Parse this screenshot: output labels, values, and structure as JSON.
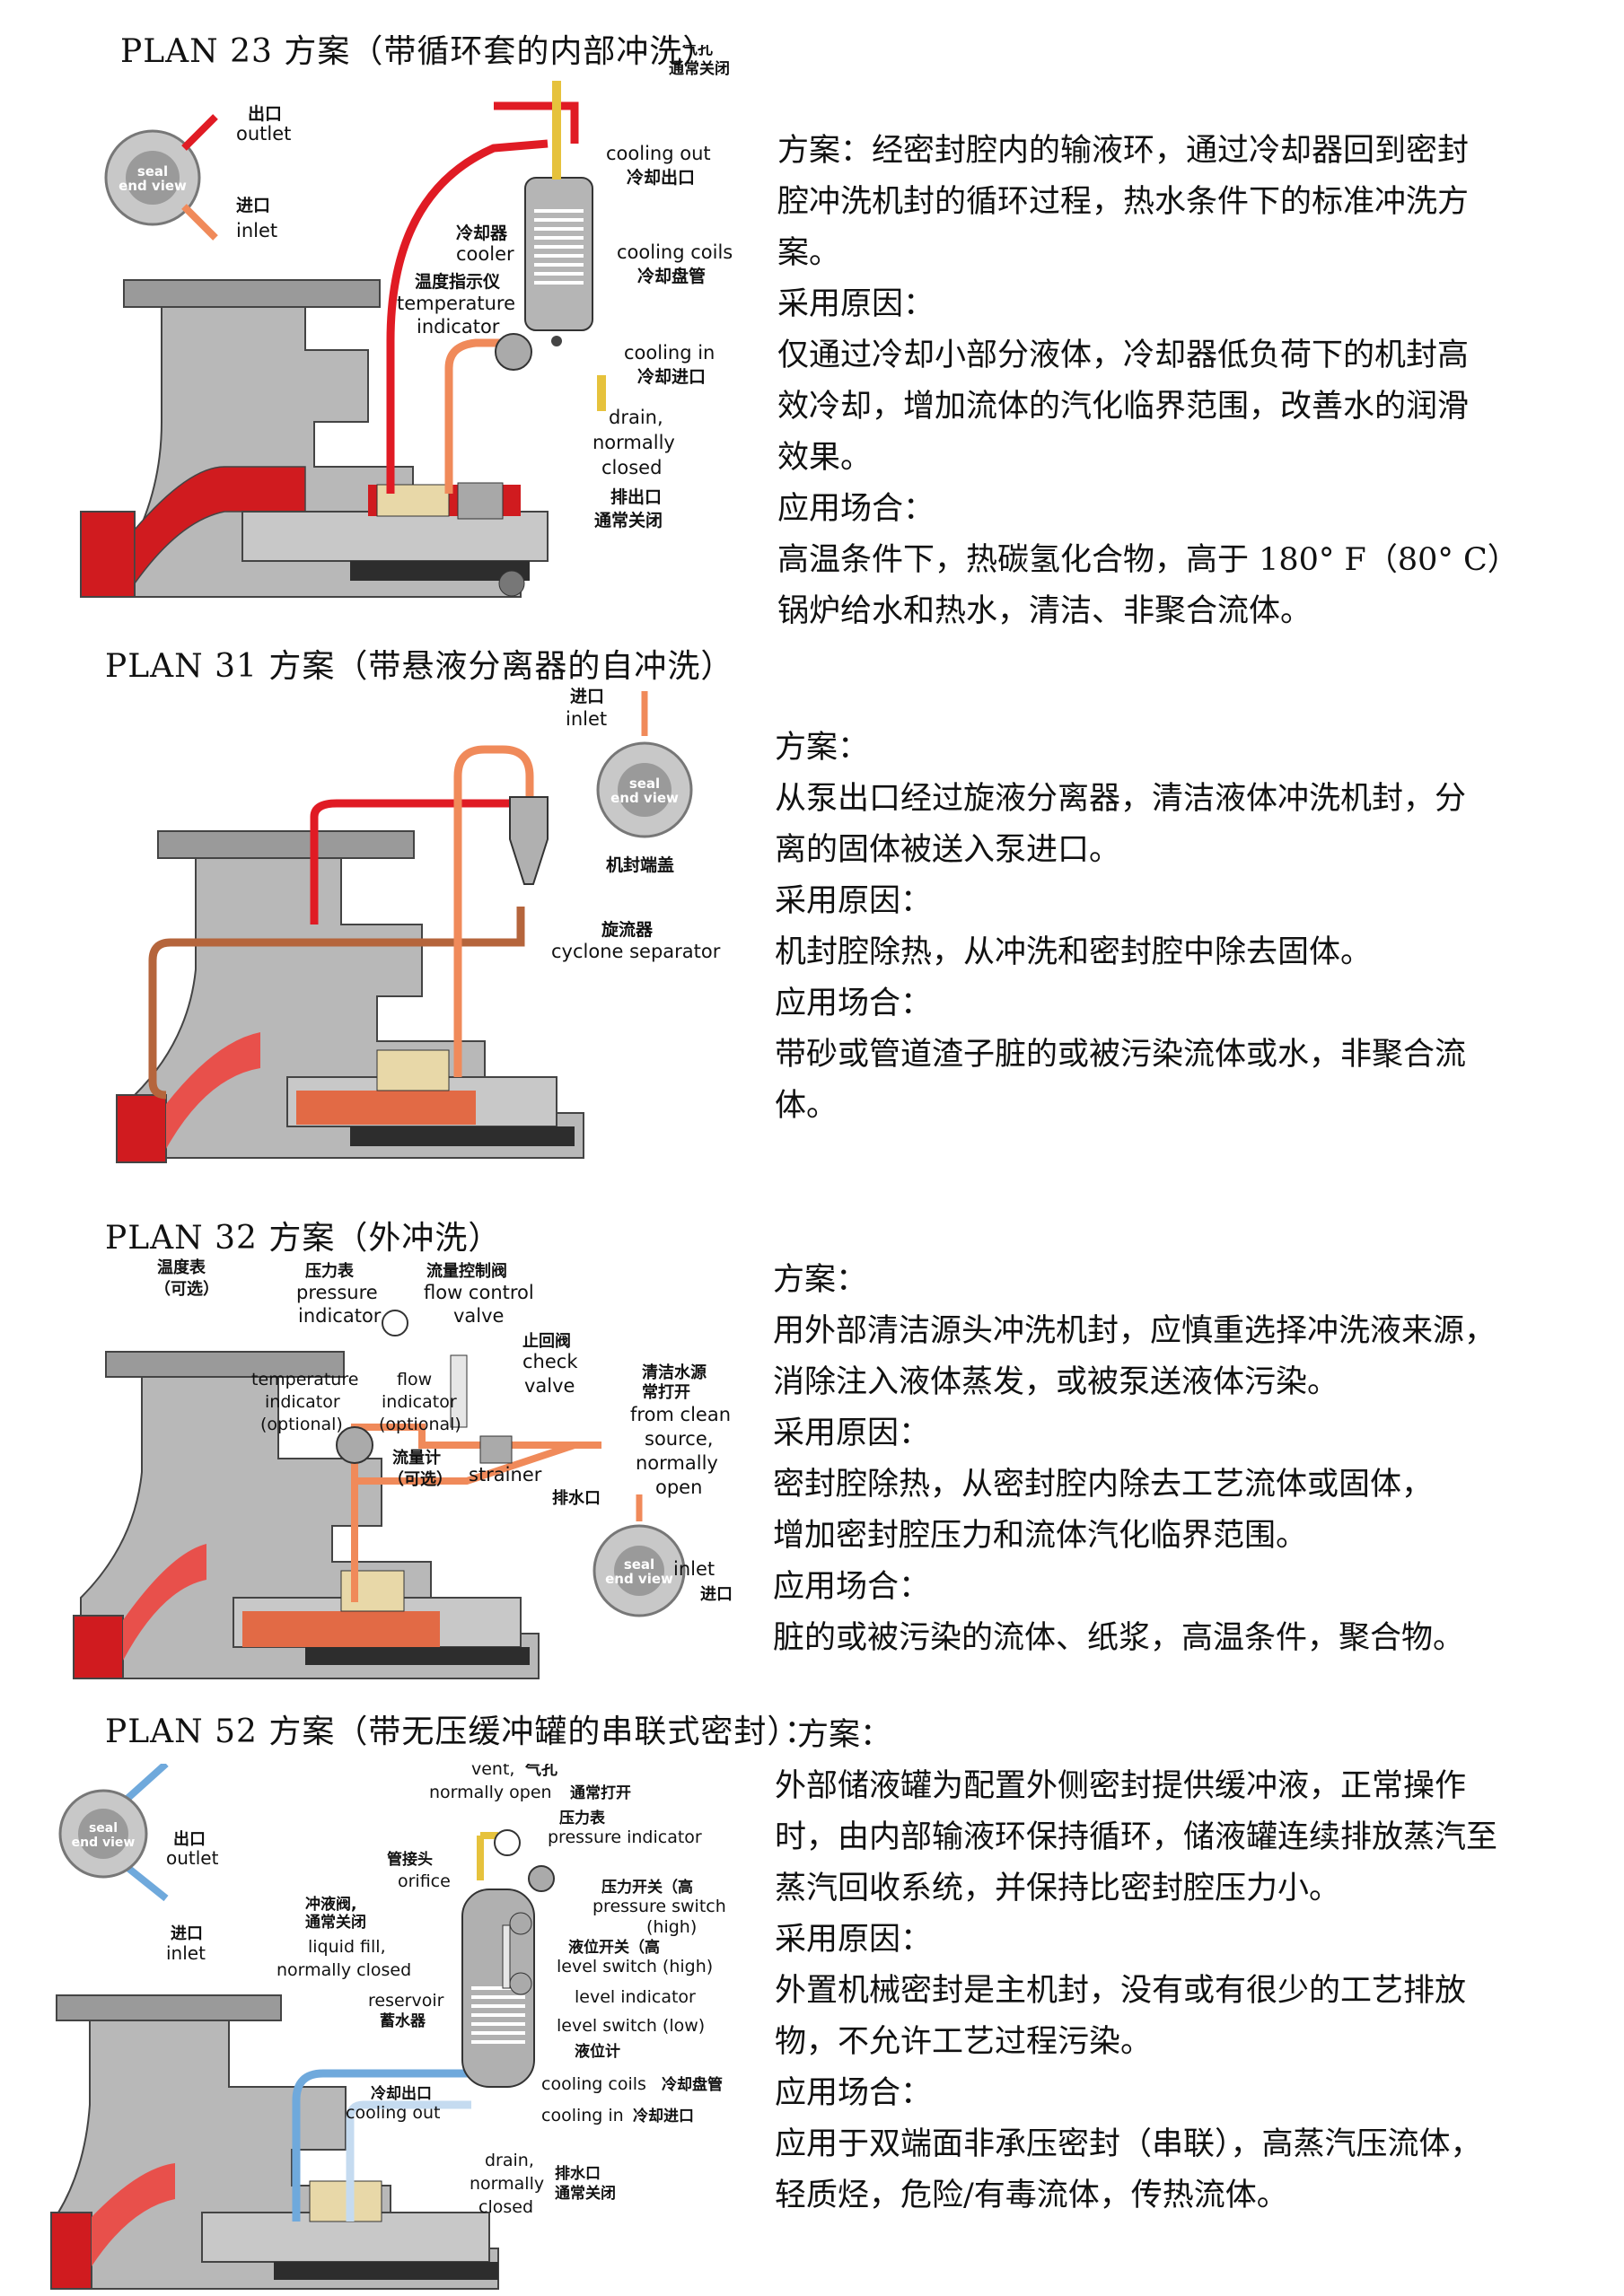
{
  "colors": {
    "hot": "#e01b24",
    "warm": "#f08a5a",
    "cold": "#6fa9dc",
    "brown": "#b5653c",
    "steel": "#9a9a9a"
  },
  "sections": [
    {
      "title": "PLAN 23 方案（带循环套的内部冲洗）",
      "lines": [
        "方案：经密封腔内的输液环，通过冷却器回到密封",
        "腔冲洗机封的循环过程，热水条件下的标准冲洗方",
        "案。",
        "采用原因：",
        "仅通过冷却小部分液体，冷却器低负荷下的机封高",
        "效冷却，增加流体的汽化临界范围，改善水的润滑",
        "效果。",
        "应用场合：",
        "高温条件下，热碳氢化合物，高于 180° F（80° C）",
        "锅炉给水和热水，清洁、非聚合流体。"
      ],
      "figure": {
        "vent_cn": "气孔",
        "vent_cn2": "通常关闭",
        "outlet_cn": "出口",
        "outlet_en": "outlet",
        "inlet_cn": "进口",
        "inlet_en": "inlet",
        "seal1": "seal",
        "seal2": "end view",
        "cooling_out_en": "cooling out",
        "cooling_out_cn": "冷却出口",
        "cooler_cn": "冷却器",
        "cooler_en": "cooler",
        "temp_cn": "温度指示仪",
        "temp_en1": "temperature",
        "temp_en2": "indicator",
        "coils_en": "cooling coils",
        "coils_cn": "冷却盘管",
        "cooling_in_en": "cooling in",
        "cooling_in_cn": "冷却进口",
        "drain1": "drain,",
        "drain2": "normally",
        "drain3": "closed",
        "drain_cn1": "排出口",
        "drain_cn2": "通常关闭"
      }
    },
    {
      "title": "PLAN 31 方案（带悬液分离器的自冲洗）",
      "lines": [
        "方案：",
        "从泵出口经过旋液分离器，清洁液体冲洗机封，分",
        "离的固体被送入泵进口。",
        "采用原因：",
        "机封腔除热，从冲洗和密封腔中除去固体。",
        "应用场合：",
        "带砂或管道渣子脏的或被污染流体或水，非聚合流",
        "体。"
      ],
      "figure": {
        "inlet_cn": "进口",
        "inlet_en": "inlet",
        "seal1": "seal",
        "seal2": "end view",
        "cap_cn": "机封端盖",
        "cyclone_cn": "旋流器",
        "cyclone_en": "cyclone separator"
      }
    },
    {
      "title": "PLAN 32 方案（外冲洗）",
      "lines": [
        "方案：",
        "用外部清洁源头冲洗机封，应慎重选择冲洗液来源，",
        "消除注入液体蒸发，或被泵送液体污染。",
        "采用原因：",
        "密封腔除热，从密封腔内除去工艺流体或固体，",
        "增加密封腔压力和流体汽化临界范围。",
        "应用场合：",
        "脏的或被污染的流体、纸浆，高温条件，聚合物。"
      ],
      "figure": {
        "temp_cn1": "温度表",
        "temp_cn2": "（可选）",
        "press_cn": "压力表",
        "press_en1": "pressure",
        "press_en2": "indicator",
        "flowctl_cn": "流量控制阀",
        "flowctl_en1": "flow control",
        "flowctl_en2": "valve",
        "check_cn": "止回阀",
        "check_en1": "check",
        "check_en2": "valve",
        "clean_cn1": "清洁水源",
        "clean_cn2": "常打开",
        "clean_en1": "from clean",
        "clean_en2": "source,",
        "clean_en3": "normally",
        "clean_en4": "open",
        "tempi_en1": "temperature",
        "tempi_en2": "indicator",
        "tempi_en3": "(optional)",
        "flowi_en1": "flow",
        "flowi_en2": "indicator",
        "flowi_en3": "(optional)",
        "flowmeter_cn1": "流量计",
        "flowmeter_cn2": "（可选）",
        "strainer_en": "strainer",
        "drain_cn": "排水口",
        "inlet_en": "inlet",
        "inlet_cn": "进口",
        "seal1": "seal",
        "seal2": "end view"
      }
    },
    {
      "title": "PLAN 52 方案（带无压缓冲罐的串联式密封）：",
      "lines": [
        "方案：",
        "外部储液罐为配置外侧密封提供缓冲液，正常操作",
        "时，由内部输液环保持循环，储液罐连续排放蒸汽至",
        "蒸汽回收系统，并保持比密封腔压力小。",
        "采用原因：",
        "外置机械密封是主机封，没有或有很少的工艺排放",
        "物，不允许工艺过程污染。",
        "应用场合：",
        "应用于双端面非承压密封（串联），高蒸汽压流体，",
        "轻质烃，危险/有毒流体，传热流体。"
      ],
      "figure": {
        "vent_en": "vent,",
        "vent_cn": "气孔",
        "vent_en2": "normally open",
        "vent_cn2": "通常打开",
        "press_cn": "压力表",
        "press_en": "pressure indicator",
        "outlet_cn": "出口",
        "outlet_en": "outlet",
        "orifice_cn": "管接头",
        "orifice_en": "orifice",
        "pswitch_cn": "压力开关（高",
        "pswitch_en1": "pressure switch",
        "pswitch_en2": "(high)",
        "liquid_cn1": "冲液阀,",
        "liquid_cn2": "通常关闭",
        "liquid_en1": "liquid fill,",
        "liquid_en2": "normally closed",
        "inlet_cn": "进口",
        "inlet_en": "inlet",
        "lswitch_cn": "液位开关（高",
        "lswitch_en": "level switch (high)",
        "lind_en": "level indicator",
        "res_en": "reservoir",
        "res_cn": "蓄水器",
        "lswitch_low_en": "level switch (low)",
        "gauge_cn": "液位计",
        "coils_en": "cooling coils",
        "coils_cn": "冷却盘管",
        "cout_cn": "冷却出口",
        "cout_en": "cooling out",
        "cin_en": "cooling in",
        "cin_cn": "冷却进口",
        "drain1": "drain,",
        "drain2": "normally",
        "drain3": "closed",
        "drain_cn1": "排水口",
        "drain_cn2": "通常关闭",
        "seal1": "seal",
        "seal2": "end view"
      }
    }
  ]
}
